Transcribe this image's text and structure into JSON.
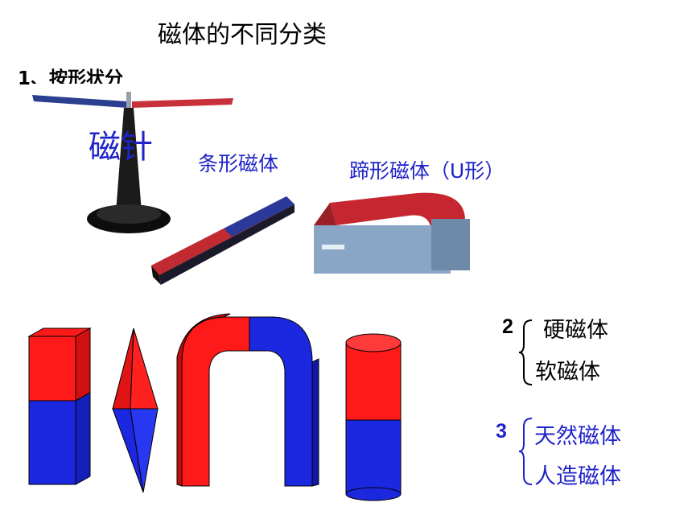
{
  "title": "磁体的不同分类",
  "subtitle": "1、按形状分",
  "photo_labels": {
    "needle": "磁针",
    "bar": "条形磁体",
    "horseshoe": "蹄形磁体（U形）"
  },
  "classification": {
    "group2": {
      "number": "2",
      "items": [
        "硬磁体",
        "软磁体"
      ]
    },
    "group3": {
      "number": "3",
      "items": [
        "天然磁体",
        "人造磁体"
      ]
    }
  },
  "colors": {
    "north": "#e81c1c",
    "south": "#1c28e0",
    "label_blue": "#1f23c8"
  }
}
